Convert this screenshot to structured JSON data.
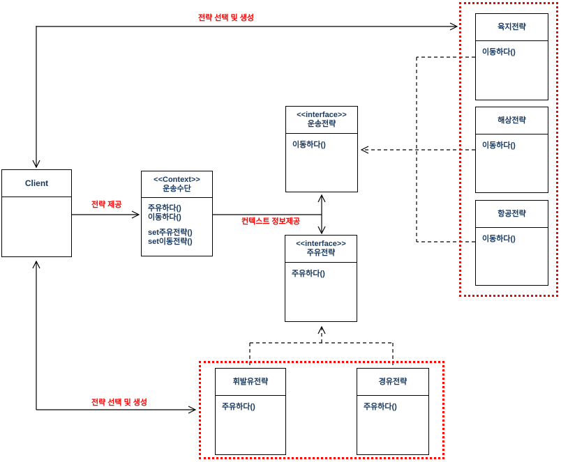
{
  "diagram": {
    "labels": {
      "top_relation": "전략 선택 및 생성",
      "client_to_context": "전략 제공",
      "context_info": "컨텍스트 정보제공",
      "bottom_relation": "전략 선택 및 생성"
    },
    "boxes": {
      "client": {
        "title": "Client"
      },
      "context": {
        "stereotype": "<<Context>>",
        "name": "운송수단",
        "methods": [
          "주유하다()",
          "이동하다()",
          "",
          "set주유전략()",
          "set이동전략()"
        ]
      },
      "transport_interface": {
        "stereotype": "<<interface>>",
        "name": "운송전략",
        "methods": [
          "이동하다()"
        ]
      },
      "refuel_interface": {
        "stereotype": "<<interface>>",
        "name": "주유전략",
        "methods": [
          "주유하다()"
        ]
      },
      "land_strategy": {
        "name": "육지전략",
        "methods": [
          "이동하다()"
        ]
      },
      "sea_strategy": {
        "name": "해상전략",
        "methods": [
          "이동하다()"
        ]
      },
      "air_strategy": {
        "name": "항공전략",
        "methods": [
          "이동하다()"
        ]
      },
      "gasoline_strategy": {
        "name": "휘발유전략",
        "methods": [
          "주유하다()"
        ]
      },
      "diesel_strategy": {
        "name": "경유전략",
        "methods": [
          "주유하다()"
        ]
      }
    },
    "colors": {
      "box_text": "#17375d",
      "box_border": "#000000",
      "relation_label": "#fe0000",
      "group_border": "#fe0000",
      "line": "#000000"
    }
  }
}
